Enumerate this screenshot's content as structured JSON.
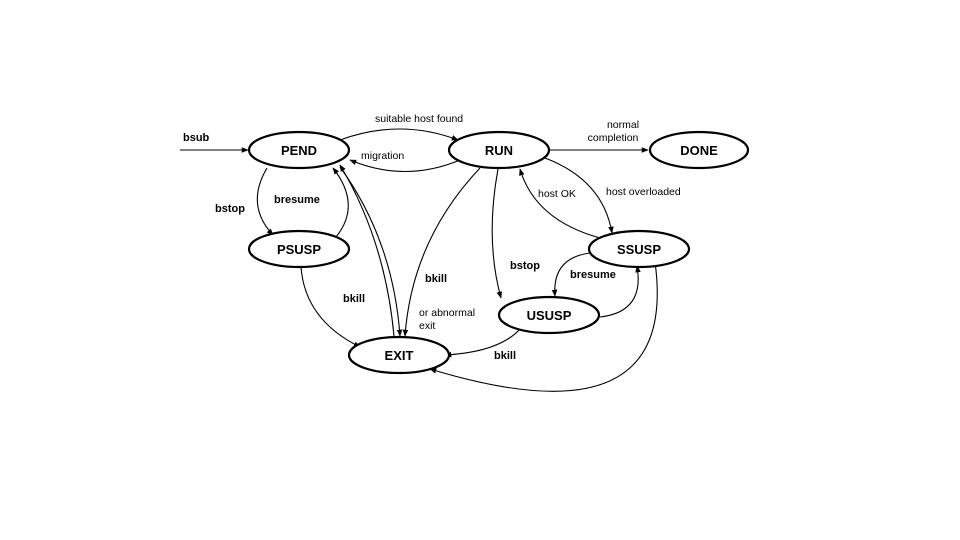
{
  "diagram": {
    "states": {
      "pend": "PEND",
      "run": "RUN",
      "done": "DONE",
      "psusp": "PSUSP",
      "ssusp": "SSUSP",
      "ususp": "USUSP",
      "exit": "EXIT"
    },
    "labels": {
      "bsub": "bsub",
      "suitable_host_found": "suitable host found",
      "migration": "migration",
      "normal": "normal",
      "completion": "completion",
      "bstop_left": "bstop",
      "bresume_left": "bresume",
      "host_ok": "host OK",
      "host_overloaded": "host overloaded",
      "bkill_center": "bkill",
      "bkill_left": "bkill",
      "bstop_right": "bstop",
      "bresume_right": "bresume",
      "or_abnormal": "or abnormal",
      "exit_word": "exit",
      "bkill_bottom": "bkill"
    }
  }
}
